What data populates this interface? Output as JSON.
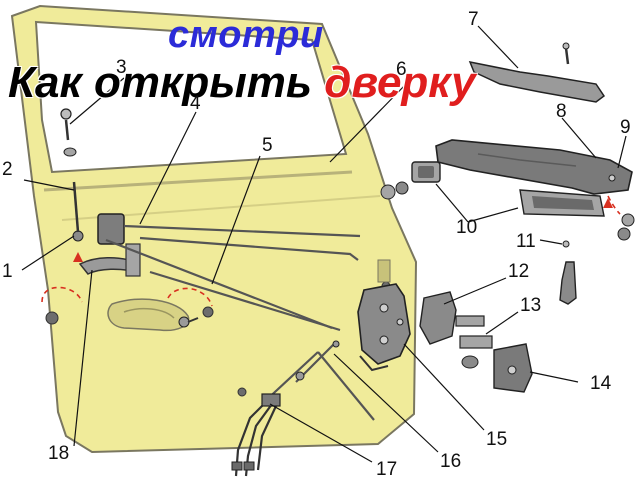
{
  "header": {
    "line1": "смотри",
    "line2_part1": "Как открыть ",
    "line2_part2": "дверку"
  },
  "callouts": [
    "1",
    "2",
    "3",
    "4",
    "5",
    "6",
    "7",
    "8",
    "9",
    "10",
    "11",
    "12",
    "13",
    "14",
    "15",
    "16",
    "17",
    "18"
  ],
  "colors": {
    "door_panel": "#f0eb9a",
    "door_outline": "#7a7760",
    "parts": "#8a8a8a",
    "title_blue": "#2b2bd8",
    "title_red": "#e01e1e",
    "leader_dashed": "#d83020"
  }
}
